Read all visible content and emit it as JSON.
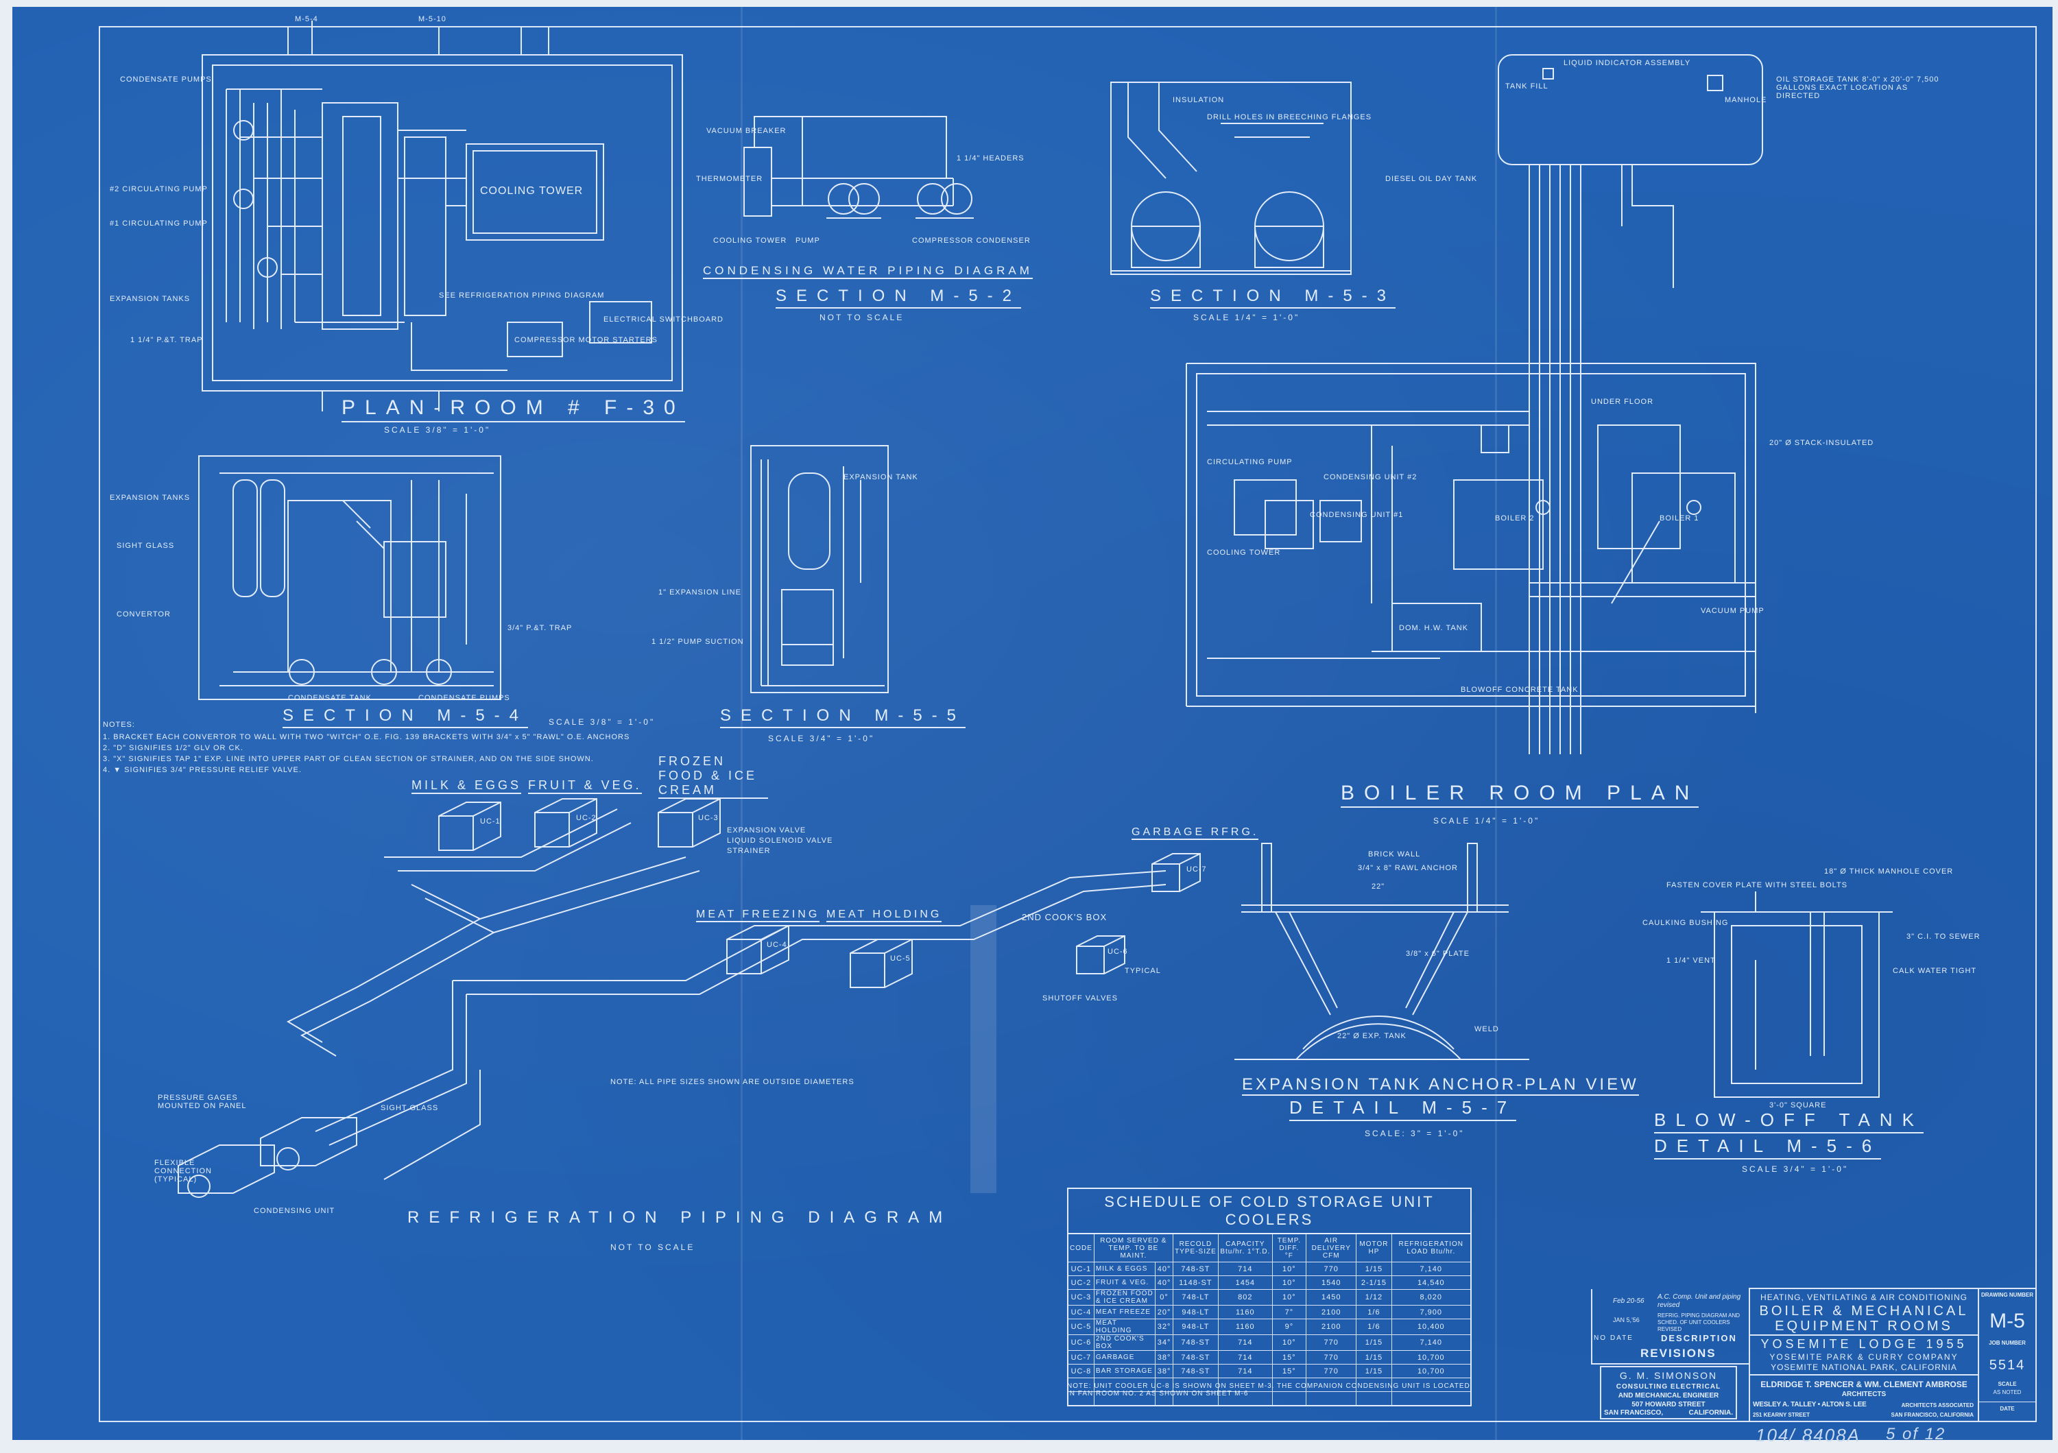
{
  "drawings": {
    "plan_room": {
      "title": "PLAN-ROOM # F-30",
      "scale": "SCALE 3/8\" = 1'-0\"",
      "labels": [
        "COOLING TOWER",
        "CONDENSATE PUMPS",
        "#2 CIRCULATING PUMP",
        "#1 CIRCULATING PUMP",
        "EXPANSION TANKS",
        "1 1/4\" P.&T. TRAP",
        "ELECTRICAL SWITCHBOARD",
        "COMPRESSOR MOTOR STARTERS",
        "SEE REFRIGERATION PIPING DIAGRAM",
        "M-5-4",
        "M-5-10"
      ]
    },
    "condensing": {
      "title": "CONDENSING WATER PIPING DIAGRAM",
      "section": "SECTION M-5-2",
      "scale": "NOT TO SCALE",
      "labels": [
        "VACUUM BREAKER",
        "THERMOMETER",
        "COOLING TOWER",
        "PUMP",
        "COMPRESSOR CONDENSER",
        "1 1/4\" HEADERS"
      ]
    },
    "section_m53": {
      "title": "SECTION M-5-3",
      "scale": "SCALE 1/4\" = 1'-0\"",
      "labels": [
        "INSULATION",
        "DRILL HOLES IN BREECHING FLANGES",
        "DIESEL OIL DAY TANK"
      ]
    },
    "oil_tank": {
      "labels": [
        "OIL STORAGE TANK 8'-0\" x 20'-0\" 7,500 GALLONS EXACT LOCATION AS DIRECTED",
        "TANK FILL",
        "LIQUID INDICATOR ASSEMBLY",
        "MANHOLE"
      ]
    },
    "section_m54": {
      "title": "SECTION M-5-4",
      "scale": "SCALE 3/8\" = 1'-0\"",
      "labels": [
        "EXPANSION TANKS",
        "SIGHT GLASS",
        "CONVERTOR",
        "CONDENSATE PUMPS",
        "CONDENSATE TANK",
        "3/4\" P.&T. TRAP"
      ]
    },
    "section_m55": {
      "title": "SECTION M-5-5",
      "scale": "SCALE 3/4\" = 1'-0\"",
      "labels": [
        "EXPANSION TANK",
        "1 1/2\" PUMP SUCTION",
        "1\" EXPANSION LINE"
      ]
    },
    "notes": {
      "heading": "NOTES:",
      "items": [
        "1. BRACKET EACH CONVERTOR TO WALL WITH TWO \"WITCH\" O.E. FIG. 139 BRACKETS WITH 3/4\" x 5\" \"RAWL\" O.E. ANCHORS",
        "2. \"D\" SIGNIFIES 1/2\" GLV OR CK.",
        "3. \"X\" SIGNIFIES TAP 1\" EXP. LINE INTO UPPER PART OF CLEAN SECTION OF STRAINER, AND ON THE SIDE SHOWN.",
        "4. ▼ SIGNIFIES 3/4\" PRESSURE RELIEF VALVE."
      ]
    },
    "boiler_room": {
      "title": "BOILER ROOM PLAN",
      "scale": "SCALE 1/4\" = 1'-0\"",
      "labels": [
        "BOILER 1",
        "BOILER 2",
        "CONDENSING UNIT #2",
        "CONDENSING UNIT #1",
        "COOLING TOWER",
        "UNDER FLOOR",
        "20\" Ø STACK-INSULATED",
        "BLOWOFF CONCRETE TANK",
        "DOM. H.W. TANK",
        "CIRCULATING PUMP",
        "VACUUM PUMP"
      ]
    },
    "refrigeration": {
      "title": "REFRIGERATION PIPING DIAGRAM",
      "scale": "NOT TO SCALE",
      "rooms": [
        "MILK & EGGS",
        "FRUIT & VEG.",
        "FROZEN FOOD & ICE CREAM",
        "GARBAGE RFRG.",
        "MEAT FREEZING",
        "MEAT HOLDING",
        "2ND COOK'S BOX"
      ],
      "units": [
        "UC-1",
        "UC-2",
        "UC-3",
        "UC-7",
        "UC-4",
        "UC-5",
        "UC-6"
      ],
      "labels": [
        "EXPANSION VALVE",
        "LIQUID SOLENOID VALVE",
        "STRAINER",
        "SHUTOFF VALVES",
        "TYPICAL",
        "PRESSURE GAGES MOUNTED ON PANEL",
        "FLEXIBLE CONNECTION (TYPICAL)",
        "SIGHT GLASS",
        "CONDENSING UNIT"
      ],
      "note": "NOTE: ALL PIPE SIZES SHOWN ARE OUTSIDE DIAMETERS"
    },
    "anchor": {
      "title": "EXPANSION TANK ANCHOR-PLAN VIEW",
      "detail": "DETAIL M-5-7",
      "scale": "SCALE: 3\" = 1'-0\"",
      "labels": [
        "BRICK WALL",
        "3/4\" x 8\" RAWL ANCHOR",
        "22\"",
        "3/8\" x 6\" PLATE",
        "22\" Ø EXP. TANK",
        "WELD"
      ]
    },
    "blowoff": {
      "title": "BLOW-OFF TANK",
      "detail": "DETAIL M-5-6",
      "scale": "SCALE 3/4\" = 1'-0\"",
      "labels": [
        "FASTEN COVER PLATE WITH STEEL BOLTS",
        "CAULKING BUSHING",
        "1 1/4\" VENT",
        "3\" C.I. TO SEWER",
        "CALK WATER TIGHT",
        "3'-0\" SQUARE",
        "18\" Ø THICK MANHOLE COVER"
      ]
    }
  },
  "schedule": {
    "title": "SCHEDULE OF COLD STORAGE UNIT COOLERS",
    "headers": [
      "CODE",
      "ROOM SERVED & TEMP. TO BE MAINT.",
      "RECOLD TYPE-SIZE",
      "CAPACITY Btu/hr. 1°T.D.",
      "TEMP. DIFF. °F",
      "AIR DELIVERY CFM",
      "MOTOR HP",
      "REFRIGERATION LOAD Btu/hr."
    ],
    "rows": [
      [
        "UC-1",
        "MILK & EGGS",
        "40°",
        "748-ST",
        "714",
        "10°",
        "770",
        "1/15",
        "7,140"
      ],
      [
        "UC-2",
        "FRUIT & VEG.",
        "40°",
        "1148-ST",
        "1454",
        "10°",
        "1540",
        "2-1/15",
        "14,540"
      ],
      [
        "UC-3",
        "FROZEN FOOD & ICE CREAM",
        "0°",
        "748-LT",
        "802",
        "10°",
        "1450",
        "1/12",
        "8,020"
      ],
      [
        "UC-4",
        "MEAT FREEZE",
        "20°",
        "948-LT",
        "1160",
        "7°",
        "2100",
        "1/6",
        "7,900"
      ],
      [
        "UC-5",
        "MEAT HOLDING",
        "32°",
        "948-LT",
        "1160",
        "9°",
        "2100",
        "1/6",
        "10,400"
      ],
      [
        "UC-6",
        "2ND COOK'S BOX",
        "34°",
        "748-ST",
        "714",
        "10°",
        "770",
        "1/15",
        "7,140"
      ],
      [
        "UC-7",
        "GARBAGE",
        "38°",
        "748-ST",
        "714",
        "15°",
        "770",
        "1/15",
        "10,700"
      ],
      [
        "UC-8",
        "BAR STORAGE",
        "38°",
        "748-ST",
        "714",
        "15°",
        "770",
        "1/15",
        "10,700"
      ]
    ],
    "note": "NOTE: UNIT COOLER UC-8 IS SHOWN ON SHEET M-3. THE COMPANION CONDENSING UNIT IS LOCATED IN FAN ROOM NO. 2 AS SHOWN ON SHEET M-6"
  },
  "revisions": {
    "entries": [
      {
        "date": "Feb 20-56",
        "description": "A.C. Comp. Unit and piping revised"
      },
      {
        "date": "JAN 5,'56",
        "description": "REFRIG. PIPING DIAGRAM AND SCHED. OF UNIT COOLERS REVISED"
      }
    ],
    "col_no": "NO",
    "col_date": "DATE",
    "col_desc": "DESCRIPTION",
    "heading": "REVISIONS"
  },
  "engineer": {
    "name": "G. M. SIMONSON",
    "line1": "CONSULTING ELECTRICAL",
    "line2": "AND MECHANICAL ENGINEER",
    "street": "507 HOWARD STREET",
    "city": "SAN FRANCISCO,",
    "state": "CALIFORNIA."
  },
  "title_block": {
    "discipline": "HEATING, VENTILATING & AIR CONDITIONING",
    "sheet_title_1": "BOILER & MECHANICAL",
    "sheet_title_2": "EQUIPMENT ROOMS",
    "project": "YOSEMITE LODGE 1955",
    "client": "YOSEMITE PARK & CURRY COMPANY",
    "location": "YOSEMITE NATIONAL PARK, CALIFORNIA",
    "architects": "ELDRIDGE T. SPENCER & WM. CLEMENT AMBROSE",
    "architects_label": "ARCHITECTS",
    "associates": "WESLEY A. TALLEY • ALTON S. LEE",
    "associates_label": "ARCHITECTS ASSOCIATED",
    "address_left": "251 KEARNY STREET",
    "address_right": "SAN FRANCISCO, CALIFORNIA",
    "drawing_number_label": "DRAWING NUMBER",
    "drawing_number": "M-5",
    "job_number_label": "JOB NUMBER",
    "job_number": "5514",
    "scale_label": "SCALE",
    "scale_value": "AS NOTED",
    "date_label": "DATE"
  },
  "handwritten": {
    "archive_number": "104/ 8408A",
    "sheet": "5 of 12"
  }
}
